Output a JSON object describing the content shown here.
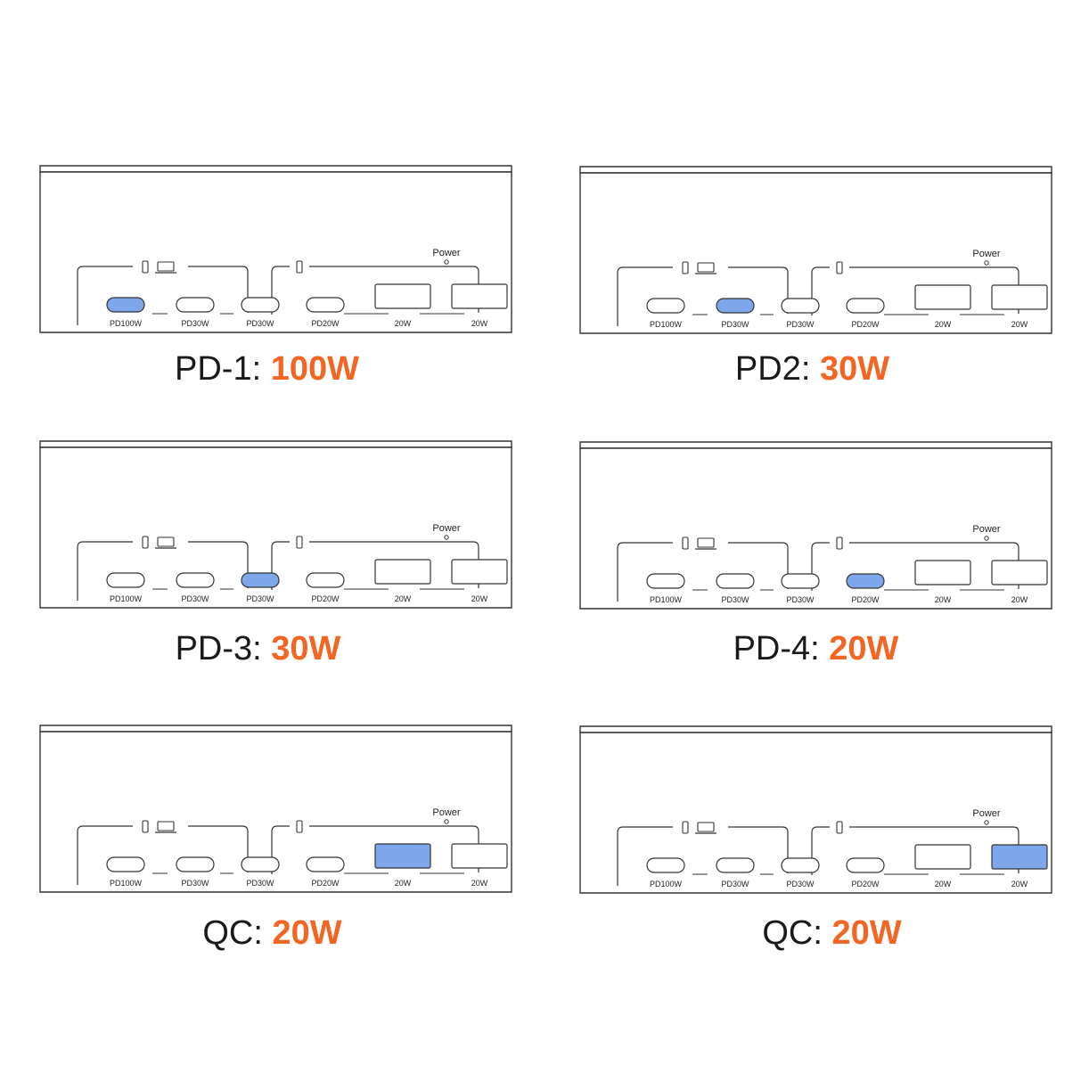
{
  "colors": {
    "highlight": "#7da7ea",
    "accent": "#f26522",
    "line": "#333333"
  },
  "port_labels": {
    "c1": "PD100W",
    "c2": "PD30W",
    "c3": "PD30W",
    "c4": "PD20W",
    "a1": "20W",
    "a2": "20W",
    "power": "Power"
  },
  "panels": [
    {
      "highlight": "c1",
      "caption_prefix": "PD-1: ",
      "caption_value": "100W"
    },
    {
      "highlight": "c2",
      "caption_prefix": "PD2: ",
      "caption_value": "30W"
    },
    {
      "highlight": "c3",
      "caption_prefix": "PD-3: ",
      "caption_value": "30W"
    },
    {
      "highlight": "c4",
      "caption_prefix": "PD-4: ",
      "caption_value": "20W"
    },
    {
      "highlight": "a1",
      "caption_prefix": "QC: ",
      "caption_value": "20W"
    },
    {
      "highlight": "a2",
      "caption_prefix": "QC: ",
      "caption_value": "20W"
    }
  ]
}
